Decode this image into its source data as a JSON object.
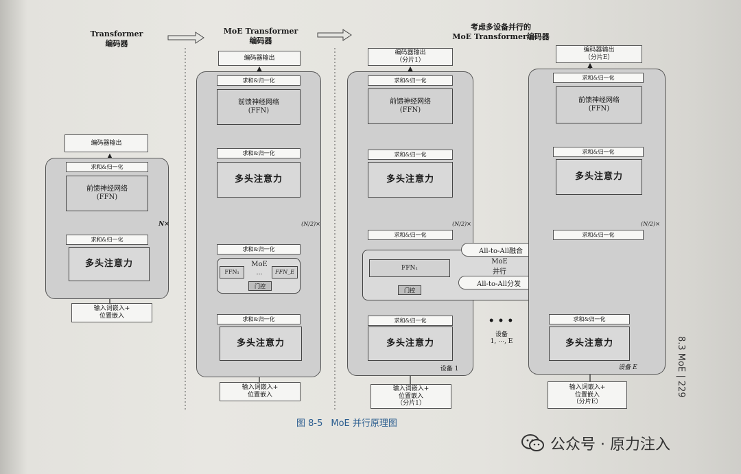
{
  "headings": {
    "transformer": "Transformer\n编码器",
    "moe_transformer": "MoE Transformer\n编码器",
    "multi_device": "考虑多设备并行的\nMoE Transformer编码器"
  },
  "labels": {
    "encoder_output": "编码器输出",
    "encoder_output_shard1": "编码器输出\n（分片1）",
    "encoder_output_shardE": "编码器输出\n（分片E）",
    "add_norm": "求和&归一化",
    "ffn": "前馈神经网络\n(FFN)",
    "mha": "多头注意力",
    "input_embed": "输入词嵌入+\n位置嵌入",
    "input_embed_shard1": "输入词嵌入+\n位置嵌入\n（分片1）",
    "input_embed_shardE": "输入词嵌入+\n位置嵌入\n（分片E）",
    "n_times": "N×",
    "n_half_times": "(N/2)×",
    "moe": "MoE",
    "ffn1": "FFN₁",
    "ffnE": "FFN_E",
    "dots": "…",
    "gate": "门控",
    "moe_parallel": "MoE\n并行",
    "all_to_all_merge": "All-to-All融合",
    "all_to_all_dispatch": "All-to-All分发",
    "device1": "设备 1",
    "deviceE": "设备 E",
    "devices": "设备\n1, ⋯, E",
    "ellipsis": "• • •"
  },
  "caption": {
    "figure_no": "图 8-5",
    "title": "MoE 并行原理图"
  },
  "side_text": "8.3  MoE  |  229",
  "watermark": "公众号 · 原力注入"
}
